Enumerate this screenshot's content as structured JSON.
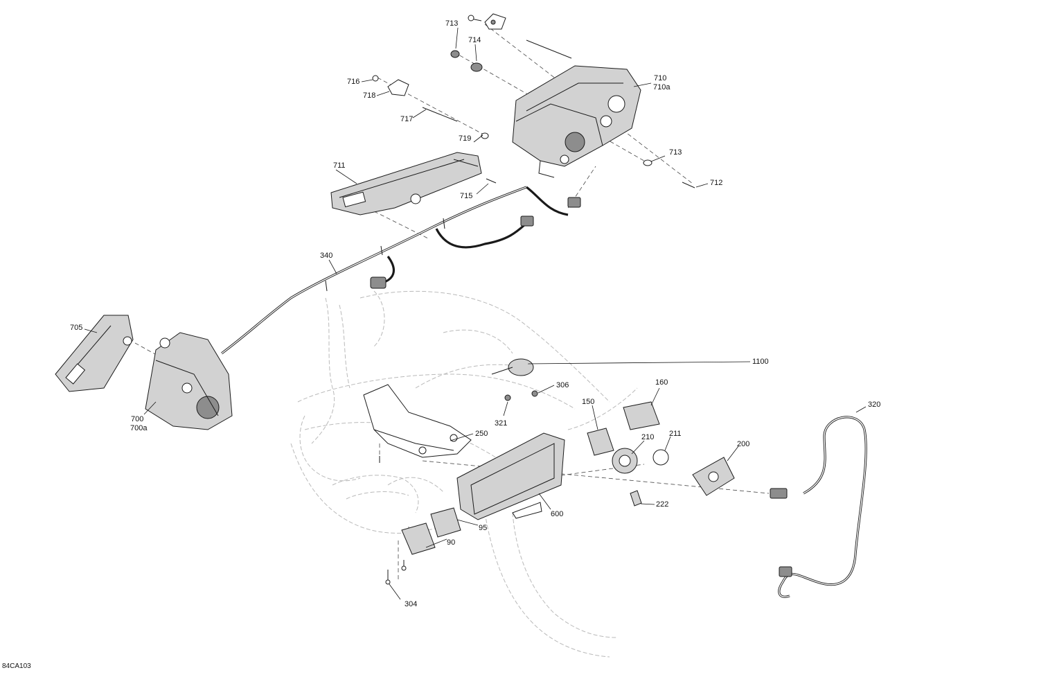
{
  "callouts": [
    {
      "id": "713a",
      "text": "713"
    },
    {
      "id": "714",
      "text": "714"
    },
    {
      "id": "716",
      "text": "716"
    },
    {
      "id": "718",
      "text": "718"
    },
    {
      "id": "710",
      "text": "710"
    },
    {
      "id": "710a",
      "text": "710a"
    },
    {
      "id": "717",
      "text": "717"
    },
    {
      "id": "719",
      "text": "719"
    },
    {
      "id": "713b",
      "text": "713"
    },
    {
      "id": "711",
      "text": "711"
    },
    {
      "id": "712",
      "text": "712"
    },
    {
      "id": "715",
      "text": "715"
    },
    {
      "id": "340",
      "text": "340"
    },
    {
      "id": "705",
      "text": "705"
    },
    {
      "id": "1100",
      "text": "1100"
    },
    {
      "id": "306",
      "text": "306"
    },
    {
      "id": "160",
      "text": "160"
    },
    {
      "id": "150",
      "text": "150"
    },
    {
      "id": "320",
      "text": "320"
    },
    {
      "id": "321",
      "text": "321"
    },
    {
      "id": "700",
      "text": "700"
    },
    {
      "id": "700a",
      "text": "700a"
    },
    {
      "id": "250",
      "text": "250"
    },
    {
      "id": "210",
      "text": "210"
    },
    {
      "id": "211",
      "text": "211"
    },
    {
      "id": "200",
      "text": "200"
    },
    {
      "id": "222",
      "text": "222"
    },
    {
      "id": "600",
      "text": "600"
    },
    {
      "id": "95",
      "text": "95"
    },
    {
      "id": "90",
      "text": "90"
    },
    {
      "id": "304",
      "text": "304"
    }
  ],
  "drawing_code": "84CA103"
}
